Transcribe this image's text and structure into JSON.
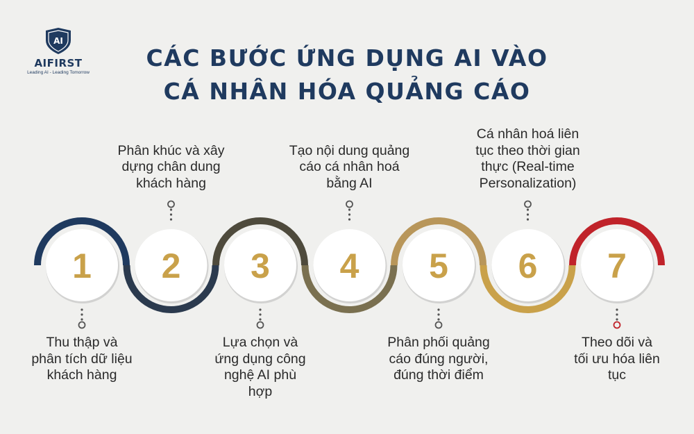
{
  "logo": {
    "monogram": "AI",
    "brand": "AIFIRST",
    "tagline": "Leading AI - Leading Tomorrow"
  },
  "title": {
    "line1": "CÁC BƯỚC ỨNG DỤNG AI VÀO",
    "line2": "CÁ NHÂN HÓA QUẢNG CÁO"
  },
  "colors": {
    "navy": "#1f3a5f",
    "gold": "#c9a14a",
    "red": "#c0232a",
    "olive": "#4e4a3c",
    "background": "#f0f0ee"
  },
  "steps": [
    {
      "number": "1",
      "position": "below",
      "lines": [
        "Thu thập và",
        "phân tích dữ liệu",
        "khách hàng"
      ],
      "ring_color": "#1f3a5f",
      "ring_side": "top"
    },
    {
      "number": "2",
      "position": "above",
      "lines": [
        "Phân khúc và xây",
        "dựng chân dung",
        "khách hàng"
      ],
      "ring_color": "#2b3a4e",
      "ring_side": "bottom"
    },
    {
      "number": "3",
      "position": "below",
      "lines": [
        "Lựa chọn và",
        "ứng dụng công",
        "nghệ AI phù",
        "hợp"
      ],
      "ring_color": "#4e4a3c",
      "ring_side": "top"
    },
    {
      "number": "4",
      "position": "above",
      "lines": [
        "Tạo nội dung quảng",
        "cáo cá nhân hoá",
        "bằng AI"
      ],
      "ring_color": "#7a7050",
      "ring_side": "bottom"
    },
    {
      "number": "5",
      "position": "below",
      "lines": [
        "Phân phối quảng",
        "cáo đúng người,",
        "đúng thời điểm"
      ],
      "ring_color": "#b8965a",
      "ring_side": "top"
    },
    {
      "number": "6",
      "position": "above",
      "lines": [
        "Cá nhân hoá liên",
        "tục theo thời gian",
        "thực (Real-time",
        "Personalization)"
      ],
      "ring_color": "#c9a14a",
      "ring_side": "bottom"
    },
    {
      "number": "7",
      "position": "below",
      "lines": [
        "Theo dõi và",
        "tối ưu hóa liên",
        "tục"
      ],
      "ring_color": "#c0232a",
      "ring_side": "top"
    }
  ]
}
